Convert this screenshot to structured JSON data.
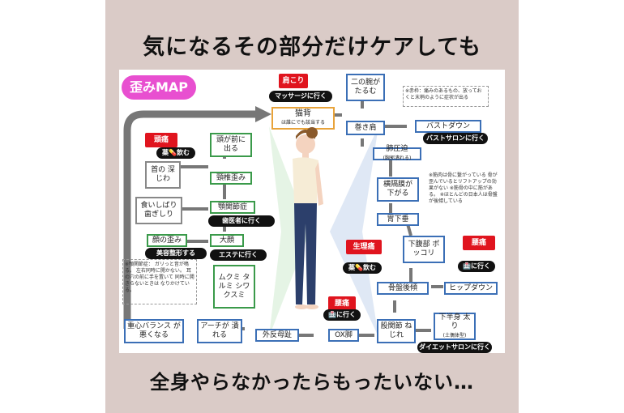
{
  "headline_top": "気になるその部分だけケアしても",
  "headline_bottom": "全身やらなかったらもったいない…",
  "map": {
    "title": "歪みMAP",
    "nodes": {
      "neko": "猫背",
      "neko_sub": "ほ誰にでも該当する",
      "ninoude": "二の腕が たるむ",
      "makikata": "巻き肩",
      "bust": "バストダウン",
      "haiasshu": "肺圧迫",
      "haiasshu_sub": "(胸郭潰れる)",
      "oukakumaku": "横隔膜が 下がる",
      "isaka": "胃下垂",
      "kafukubu": "下腹部 ポッコリ",
      "kotsuban": "骨盤後傾",
      "hip": "ヒップダウン",
      "kokansetsu": "股関節 ねじれ",
      "kahanshin": "下半身 太り",
      "kahanshin_sub": "(土偶体型)",
      "ox": "OX脚",
      "gaihan": "外反母趾",
      "arch": "アーチが 潰れる",
      "juushin": "重心バランス が悪くなる",
      "kubi_mae": "頭が前に 出る",
      "keitsui": "頸椎歪み",
      "gakukansetsu": "顎関節症",
      "kubi_jiwa": "首の 深じわ",
      "kuishibari": "食いしばり 歯ぎしり",
      "daigaku": "大顔",
      "kao_yugami": "顔の歪み",
      "mukumi": "ムクミ タルミ シワ クスミ"
    },
    "red_labels": {
      "katakori": "肩こり",
      "zutsu": "頭痛",
      "seiritsu": "生理痛",
      "youtsu_right": "腰痛",
      "youtsu_left": "腰痛"
    },
    "black_labels": {
      "massage": "マッサージに行く",
      "kusuri_zutsu": "薬💊飲む",
      "shika": "歯医者に行く",
      "biyou": "美容整形する",
      "esthe": "エステに行く",
      "kusuri_seiri": "薬💊飲む",
      "bust_salon": "バストサロンに行く",
      "seikotsu_right": "🏥に行く",
      "seikotsu_left": "🏥に行く",
      "diet_salon": "ダイエットサロンに行く"
    },
    "notes": {
      "top_right": "※赤枠：痛みのあるもの、放っておくと末梢のように症状が出る",
      "right_mid": "※筋肉は骨に繋がっている 骨が歪んでいるとリフトアップの効果がない ※筋骨の中に筋がある。 ※ほとんどの日本人は骨盤 が後傾している",
      "left_mid": "※顎関節症： ガリっと音が鳴る。 左右同時に開かない。 耳の穴の前に手を置いて 同時に開きらないときは なりかけている。"
    }
  },
  "colors": {
    "panel": "#dacbc7",
    "green_border": "#3a9a4a",
    "blue_border": "#3b6fb6",
    "red_label": "#e0141e",
    "title_pink": "#e84fd0"
  }
}
